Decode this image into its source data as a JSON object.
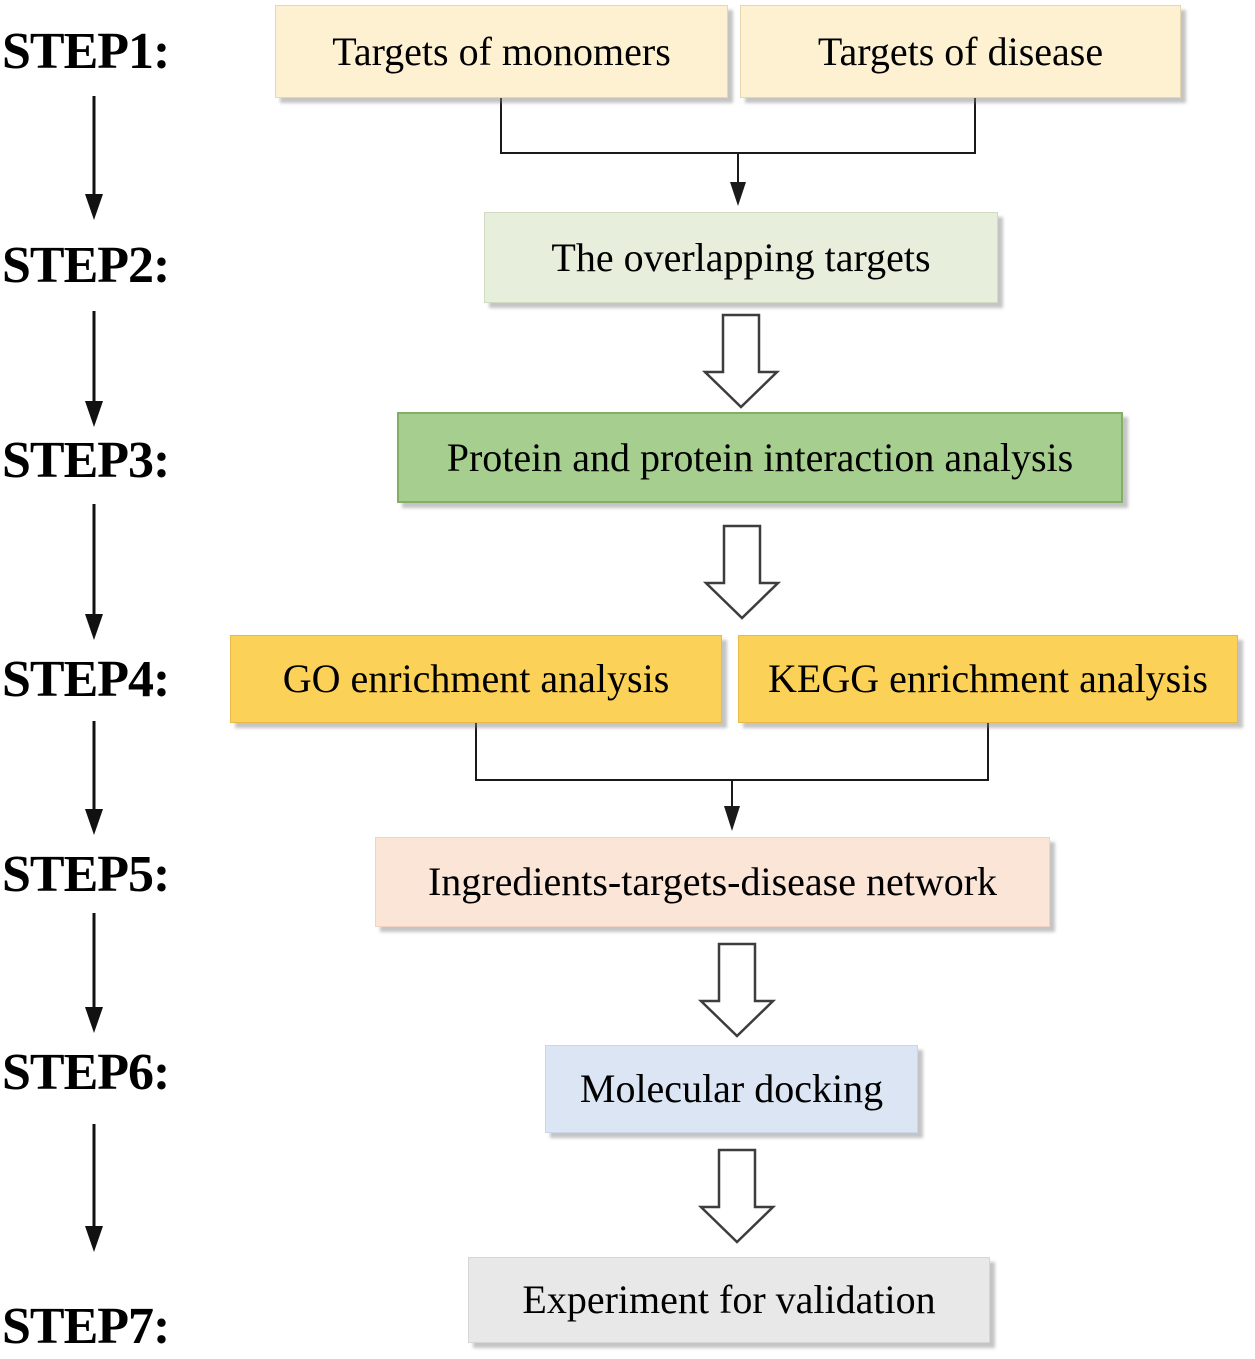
{
  "colors": {
    "background": "#ffffff",
    "step1_box_fill": "#fdf1d2",
    "step2_box_fill": "#e7efdc",
    "step3_box_fill": "#a6ce8e",
    "step4_box_fill": "#fcd158",
    "step5_box_fill": "#fbe5d7",
    "step6_box_fill": "#dbe5f3",
    "step7_box_fill": "#e9e8e8",
    "connector_color": "#1a1a1a",
    "block_arrow_outline": "#3d3d3d",
    "text_color": "#000000"
  },
  "step_labels": [
    "STEP1:",
    "STEP2:",
    "STEP3:",
    "STEP4:",
    "STEP5:",
    "STEP6:",
    "STEP7:"
  ],
  "boxes": {
    "targets_of_monomers": {
      "label": "Targets of monomers"
    },
    "targets_of_disease": {
      "label": "Targets of disease"
    },
    "overlapping_targets": {
      "label": "The overlapping targets"
    },
    "ppi_analysis": {
      "label": "Protein and protein interaction analysis"
    },
    "go_enrichment": {
      "label": "GO enrichment analysis"
    },
    "kegg_enrichment": {
      "label": "KEGG enrichment analysis"
    },
    "network": {
      "label": "Ingredients-targets-disease network"
    },
    "molecular_docking": {
      "label": "Molecular docking"
    },
    "experiment": {
      "label": "Experiment for validation"
    }
  }
}
